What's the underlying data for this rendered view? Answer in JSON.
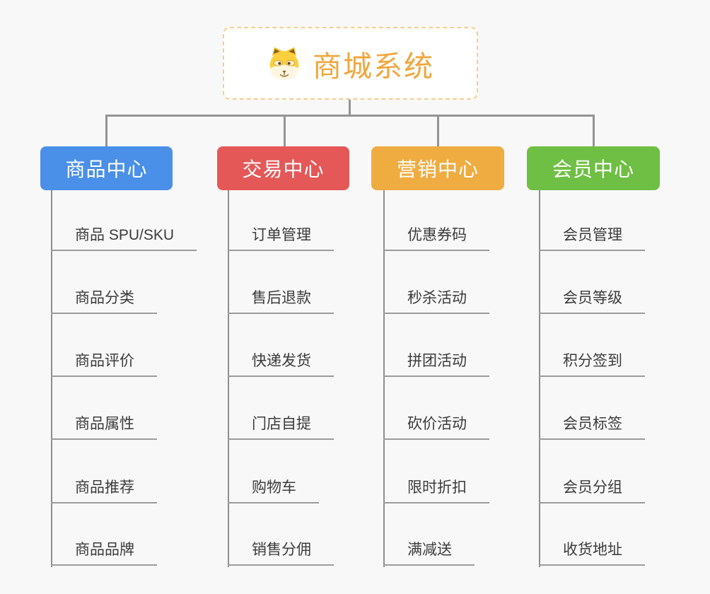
{
  "root": {
    "title": "商城系统",
    "icon": "dog-face-icon"
  },
  "branches": [
    {
      "label": "商品中心",
      "color": "#4A8FE8",
      "items": [
        "商品 SPU/SKU",
        "商品分类",
        "商品评价",
        "商品属性",
        "商品推荐",
        "商品品牌"
      ]
    },
    {
      "label": "交易中心",
      "color": "#E45858",
      "items": [
        "订单管理",
        "售后退款",
        "快递发货",
        "门店自提",
        "购物车",
        "销售分佣"
      ]
    },
    {
      "label": "营销中心",
      "color": "#EFAC40",
      "items": [
        "优惠券码",
        "秒杀活动",
        "拼团活动",
        "砍价活动",
        "限时折扣",
        "满减送"
      ]
    },
    {
      "label": "会员中心",
      "color": "#6FBF44",
      "items": [
        "会员管理",
        "会员等级",
        "积分签到",
        "会员标签",
        "会员分组",
        "收货地址"
      ]
    }
  ],
  "colors": {
    "background": "#F8F8F8",
    "connector": "#949494",
    "root_text": "#F0A63C",
    "root_border": "#F6CE8F",
    "leaf_text": "#3B3B3B"
  }
}
